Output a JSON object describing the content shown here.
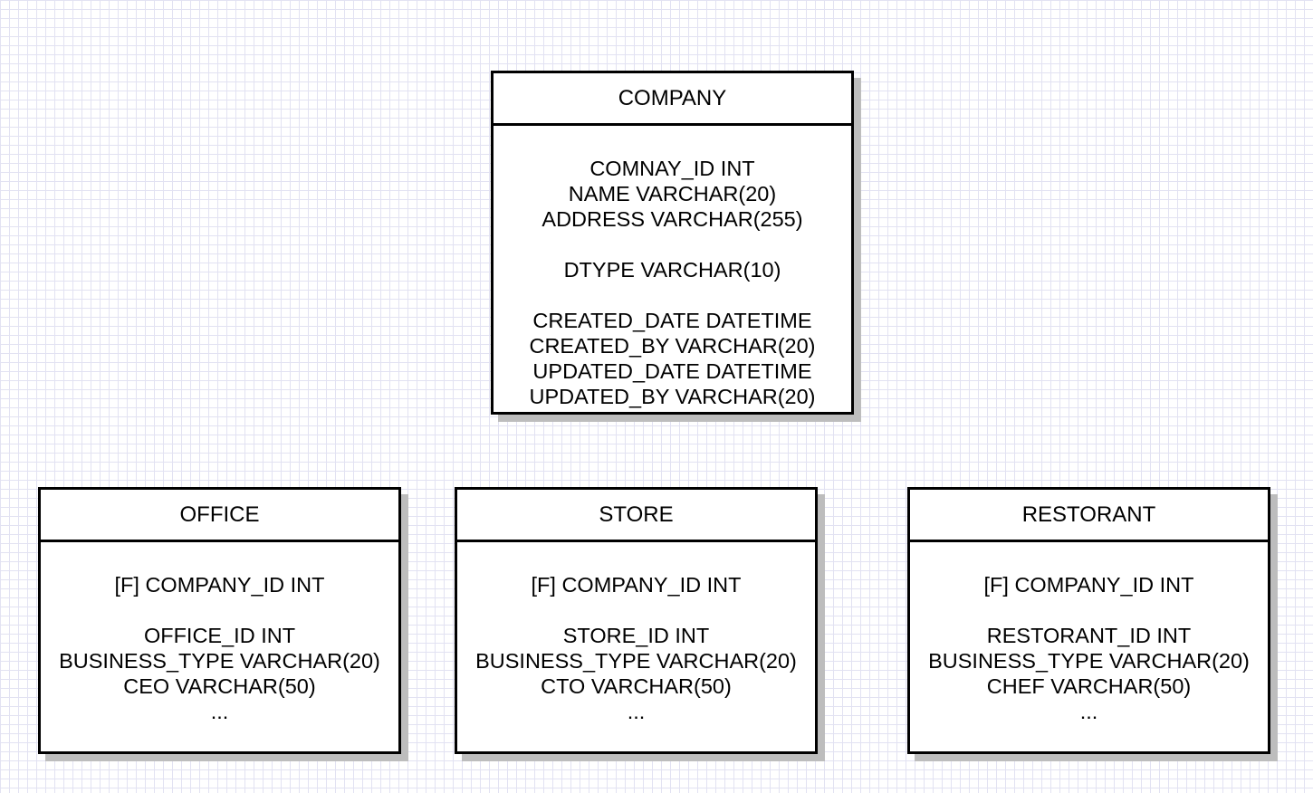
{
  "entities": [
    {
      "id": "company",
      "name": "COMPANY",
      "groups": [
        [
          "COMNAY_ID INT",
          "NAME VARCHAR(20)",
          "ADDRESS VARCHAR(255)"
        ],
        [
          "DTYPE VARCHAR(10)"
        ],
        [
          "CREATED_DATE DATETIME",
          "CREATED_BY VARCHAR(20)",
          "UPDATED_DATE DATETIME",
          "UPDATED_BY VARCHAR(20)"
        ]
      ]
    },
    {
      "id": "office",
      "name": "OFFICE",
      "groups": [
        [
          "[F] COMPANY_ID INT"
        ],
        [
          "OFFICE_ID INT",
          "BUSINESS_TYPE VARCHAR(20)",
          "CEO VARCHAR(50)",
          "..."
        ]
      ]
    },
    {
      "id": "store",
      "name": "STORE",
      "groups": [
        [
          "[F] COMPANY_ID INT"
        ],
        [
          "STORE_ID INT",
          "BUSINESS_TYPE VARCHAR(20)",
          "CTO VARCHAR(50)",
          "..."
        ]
      ]
    },
    {
      "id": "restorant",
      "name": "RESTORANT",
      "groups": [
        [
          "[F] COMPANY_ID INT"
        ],
        [
          "RESTORANT_ID INT",
          "BUSINESS_TYPE VARCHAR(20)",
          "CHEF VARCHAR(50)",
          "..."
        ]
      ]
    }
  ]
}
